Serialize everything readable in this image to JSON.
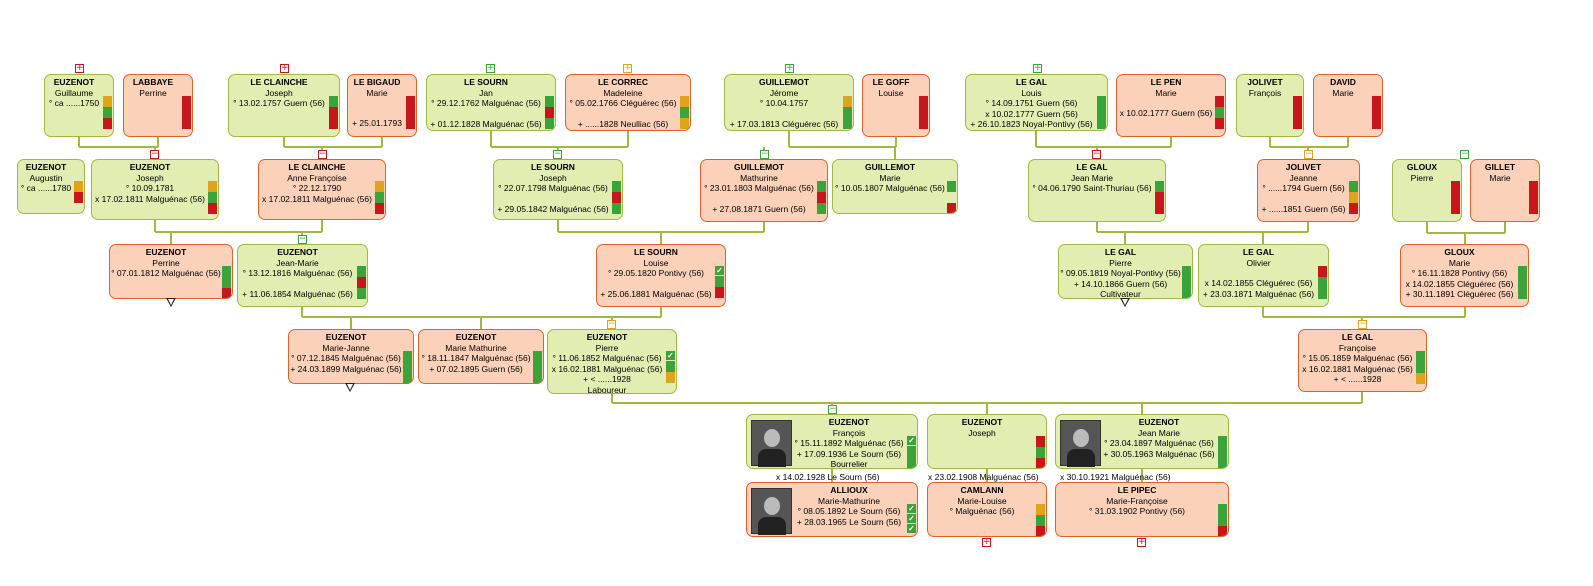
{
  "colors": {
    "male_bg": "#e2edb2",
    "male_border": "#a3b843",
    "female_bg": "#fbd2b9",
    "female_border": "#e0622b",
    "bar_green": "#3aa43a",
    "bar_red": "#c8161d",
    "bar_orange": "#e0a31c",
    "connector": "#a3b843"
  },
  "people": [
    {
      "id": "p1",
      "sex": "m",
      "surname": "EUZENOT",
      "given": "Guillaume",
      "lines": [
        "° ca ......1750"
      ],
      "bars": [
        "orange",
        "green",
        "red"
      ]
    },
    {
      "id": "p2",
      "sex": "f",
      "surname": "LABBAYE",
      "given": "Perrine",
      "lines": [],
      "bars": [
        "red",
        "red",
        "red"
      ]
    },
    {
      "id": "p3",
      "sex": "m",
      "surname": "LE CLAINCHE",
      "given": "Joseph",
      "lines": [
        "° 13.02.1757 Guern (56)"
      ],
      "bars": [
        "green",
        "red",
        "red"
      ]
    },
    {
      "id": "p4",
      "sex": "f",
      "surname": "LE BIGAUD",
      "given": "Marie",
      "lines": [
        "",
        "",
        "+ 25.01.1793"
      ],
      "bars": [
        "red",
        "red",
        "red"
      ]
    },
    {
      "id": "p5",
      "sex": "m",
      "surname": "LE SOURN",
      "given": "Jan",
      "lines": [
        "° 29.12.1762 Malguénac (56)",
        "",
        "+ 01.12.1828 Malguénac (56)"
      ],
      "bars": [
        "green",
        "red",
        "green"
      ]
    },
    {
      "id": "p6",
      "sex": "f",
      "surname": "LE CORREC",
      "given": "Madeleine",
      "lines": [
        "° 05.02.1766 Cléguérec (56)",
        "",
        "+ ......1828 Neulliac (56)"
      ],
      "bars": [
        "orange",
        "green",
        "orange"
      ]
    },
    {
      "id": "p7",
      "sex": "m",
      "surname": "GUILLEMOT",
      "given": "Jérome",
      "lines": [
        "° 10.04.1757",
        "",
        "+ 17.03.1813 Cléguérec (56)"
      ],
      "bars": [
        "orange",
        "green",
        "green"
      ]
    },
    {
      "id": "p8",
      "sex": "f",
      "surname": "LE GOFF",
      "given": "Louise",
      "lines": [],
      "bars": [
        "red",
        "red",
        "red"
      ]
    },
    {
      "id": "p9",
      "sex": "m",
      "surname": "LE GAL",
      "given": "Louis",
      "lines": [
        "° 14.09.1751 Guern (56)",
        "x 10.02.1777 Guern (56)",
        "+ 26.10.1823 Noyal-Pontivy (56)"
      ],
      "bars": [
        "green",
        "green",
        "green"
      ]
    },
    {
      "id": "p10",
      "sex": "f",
      "surname": "LE PEN",
      "given": "Marie",
      "lines": [
        "",
        "x 10.02.1777 Guern (56)"
      ],
      "bars": [
        "red",
        "green",
        "red"
      ]
    },
    {
      "id": "p11",
      "sex": "m",
      "surname": "JOLIVET",
      "given": "François",
      "lines": [],
      "bars": [
        "red",
        "red",
        "red"
      ]
    },
    {
      "id": "p12",
      "sex": "f",
      "surname": "DAVID",
      "given": "Marie",
      "lines": [],
      "bars": [
        "red",
        "red",
        "red"
      ]
    },
    {
      "id": "p13",
      "sex": "m",
      "surname": "EUZENOT",
      "given": "Augustin",
      "lines": [
        "° ca ......1780"
      ],
      "bars": [
        "orange",
        "red"
      ]
    },
    {
      "id": "p14",
      "sex": "m",
      "surname": "EUZENOT",
      "given": "Joseph",
      "lines": [
        "° 10.09.1781",
        "x 17.02.1811 Malguénac (56)"
      ],
      "bars": [
        "orange",
        "green",
        "red"
      ]
    },
    {
      "id": "p15",
      "sex": "f",
      "surname": "LE CLAINCHE",
      "given": "Anne Françoise",
      "lines": [
        "° 22.12.1790",
        "x 17.02.1811 Malguénac (56)"
      ],
      "bars": [
        "orange",
        "green",
        "red"
      ]
    },
    {
      "id": "p16",
      "sex": "m",
      "surname": "LE SOURN",
      "given": "Joseph",
      "lines": [
        "° 22.07.1798 Malguénac (56)",
        "",
        "+ 29.05.1842 Malguénac (56)"
      ],
      "bars": [
        "green",
        "red",
        "green"
      ]
    },
    {
      "id": "p17",
      "sex": "f",
      "surname": "GUILLEMOT",
      "given": "Mathurine",
      "lines": [
        "° 23.01.1803 Malguénac (56)",
        "",
        "+ 27.08.1871 Guern (56)"
      ],
      "bars": [
        "green",
        "red",
        "green"
      ]
    },
    {
      "id": "p18",
      "sex": "m",
      "surname": "GUILLEMOT",
      "given": "Marie",
      "lines": [
        "° 10.05.1807 Malguénac (56)"
      ],
      "bars": [
        "green",
        "",
        "red"
      ]
    },
    {
      "id": "p19",
      "sex": "m",
      "surname": "LE GAL",
      "given": "Jean Marie",
      "lines": [
        "° 04.06.1790 Saint-Thuriau (56)"
      ],
      "bars": [
        "green",
        "red",
        "red"
      ]
    },
    {
      "id": "p20",
      "sex": "f",
      "surname": "JOLIVET",
      "given": "Jeanne",
      "lines": [
        "° ......1794 Guern (56)",
        "",
        "+ ......1851 Guern (56)"
      ],
      "bars": [
        "green",
        "orange",
        "red"
      ]
    },
    {
      "id": "p21",
      "sex": "m",
      "surname": "GLOUX",
      "given": "Pierre",
      "lines": [],
      "bars": [
        "red",
        "red",
        "red"
      ]
    },
    {
      "id": "p22",
      "sex": "f",
      "surname": "GILLET",
      "given": "Marie",
      "lines": [],
      "bars": [
        "red",
        "red",
        "red"
      ]
    },
    {
      "id": "p23",
      "sex": "f",
      "surname": "EUZENOT",
      "given": "Perrine",
      "lines": [
        "° 07.01.1812 Malguénac (56)"
      ],
      "bars": [
        "green",
        "green",
        "red"
      ]
    },
    {
      "id": "p24",
      "sex": "m",
      "surname": "EUZENOT",
      "given": "Jean-Marie",
      "lines": [
        "° 13.12.1816 Malguénac (56)",
        "",
        "+ 11.06.1854 Malguénac (56)"
      ],
      "bars": [
        "green",
        "red",
        "green"
      ]
    },
    {
      "id": "p25",
      "sex": "f",
      "surname": "LE SOURN",
      "given": "Louise",
      "lines": [
        "° 29.05.1820 Pontivy (56)",
        "",
        "+ 25.06.1881 Malguénac (56)"
      ],
      "bars": [
        "green",
        "red"
      ],
      "checks": 1
    },
    {
      "id": "p26",
      "sex": "m",
      "surname": "LE GAL",
      "given": "Pierre",
      "lines": [
        "° 09.05.1819 Noyal-Pontivy (56)",
        "+ 14.10.1866 Guern (56)",
        "Cultivateur"
      ],
      "bars": [
        "green",
        "green",
        "green"
      ]
    },
    {
      "id": "p27",
      "sex": "m",
      "surname": "LE GAL",
      "given": "Olivier",
      "lines": [
        "",
        "x 14.02.1855 Cléguérec (56)",
        "+ 23.03.1871 Malguénac (56)"
      ],
      "bars": [
        "red",
        "green",
        "green"
      ]
    },
    {
      "id": "p28",
      "sex": "f",
      "surname": "GLOUX",
      "given": "Marie",
      "lines": [
        "° 16.11.1828 Pontivy (56)",
        "x 14.02.1855 Cléguérec (56)",
        "+ 30.11.1891 Cléguérec (56)"
      ],
      "bars": [
        "green",
        "green",
        "green"
      ]
    },
    {
      "id": "p29",
      "sex": "f",
      "surname": "EUZENOT",
      "given": "Marie-Janne",
      "lines": [
        "° 07.12.1845 Malguénac (56)",
        "+ 24.03.1899 Malguénac (56)"
      ],
      "bars": [
        "green",
        "green",
        "green"
      ]
    },
    {
      "id": "p30",
      "sex": "f",
      "surname": "EUZENOT",
      "given": "Marie Mathurine",
      "lines": [
        "° 18.11.1847 Malguénac (56)",
        "+ 07.02.1895 Guern (56)"
      ],
      "bars": [
        "green",
        "green",
        "green"
      ]
    },
    {
      "id": "p31",
      "sex": "m",
      "surname": "EUZENOT",
      "given": "Pierre",
      "lines": [
        "° 11.06.1852 Malguénac (56)",
        "x 16.02.1881 Malguénac (56)",
        "+ < ......1928",
        "Laboureur"
      ],
      "bars": [
        "green",
        "orange"
      ],
      "checks": 1
    },
    {
      "id": "p32",
      "sex": "f",
      "surname": "LE GAL",
      "given": "Françoise",
      "lines": [
        "° 15.05.1859 Malguénac (56)",
        "x 16.02.1881 Malguénac (56)",
        "+ < ......1928"
      ],
      "bars": [
        "green",
        "green",
        "orange"
      ]
    },
    {
      "id": "p33",
      "sex": "m",
      "surname": "EUZENOT",
      "given": "François",
      "lines": [
        "° 15.11.1892 Malguénac (56)",
        "+ 17.09.1936 Le Sourn (56)",
        "Bourrelier"
      ],
      "bars": [
        "green",
        "green"
      ],
      "checks": 1,
      "photo": true
    },
    {
      "id": "p34",
      "sex": "m",
      "surname": "EUZENOT",
      "given": "Joseph",
      "lines": [],
      "bars": [
        "red",
        "green",
        "red"
      ]
    },
    {
      "id": "p35",
      "sex": "m",
      "surname": "EUZENOT",
      "given": "Jean Marie",
      "lines": [
        "° 23.04.1897 Malguénac (56)",
        "+ 30.05.1963 Malguénac (56)"
      ],
      "bars": [
        "green",
        "green",
        "green"
      ],
      "photo": true
    },
    {
      "id": "p36",
      "sex": "f",
      "surname": "ALLIOUX",
      "given": "Marie-Mathurine",
      "lines": [
        "° 08.05.1892 Le Sourn (56)",
        "+ 28.03.1965 Le Sourn (56)"
      ],
      "bars": [],
      "checks": 3,
      "photo": true
    },
    {
      "id": "p37",
      "sex": "f",
      "surname": "CAMLANN",
      "given": "Marie-Louise",
      "lines": [
        "° Malguénac (56)"
      ],
      "bars": [
        "orange",
        "green",
        "red"
      ]
    },
    {
      "id": "p38",
      "sex": "f",
      "surname": "LE PIPEC",
      "given": "Marie-Françoise",
      "lines": [
        "° 31.03.1902 Pontivy (56)"
      ],
      "bars": [
        "green",
        "green",
        "red"
      ]
    }
  ],
  "marriages": [
    "x 14.02.1928 Le Sourn (56)",
    "x 23.02.1908 Malguénac (56)",
    "x 30.10.1921 Malguénac (56)"
  ],
  "toggles": [
    {
      "kind": "expand",
      "symbol": "+",
      "color": "red"
    },
    {
      "kind": "expand",
      "symbol": "+",
      "color": "red"
    },
    {
      "kind": "expand",
      "symbol": "+",
      "color": "green"
    },
    {
      "kind": "expand",
      "symbol": "+",
      "color": "orange"
    },
    {
      "kind": "expand",
      "symbol": "+",
      "color": "green"
    },
    {
      "kind": "expand",
      "symbol": "+",
      "color": "green"
    },
    {
      "kind": "collapse",
      "symbol": "−",
      "color": "red"
    },
    {
      "kind": "collapse",
      "symbol": "−",
      "color": "red"
    },
    {
      "kind": "collapse",
      "symbol": "−",
      "color": "green"
    },
    {
      "kind": "collapse",
      "symbol": "−",
      "color": "green"
    },
    {
      "kind": "collapse",
      "symbol": "−",
      "color": "red"
    },
    {
      "kind": "collapse",
      "symbol": "−",
      "color": "orange"
    },
    {
      "kind": "collapse",
      "symbol": "−",
      "color": "green"
    },
    {
      "kind": "collapse",
      "symbol": "−",
      "color": "green"
    },
    {
      "kind": "collapse",
      "symbol": "−",
      "color": "orange"
    },
    {
      "kind": "collapse",
      "symbol": "−",
      "color": "orange"
    },
    {
      "kind": "collapse",
      "symbol": "−",
      "color": "orange"
    },
    {
      "kind": "collapse",
      "symbol": "−",
      "color": "green"
    },
    {
      "kind": "expand",
      "symbol": "+",
      "color": "red"
    },
    {
      "kind": "expand",
      "symbol": "+",
      "color": "red"
    }
  ]
}
